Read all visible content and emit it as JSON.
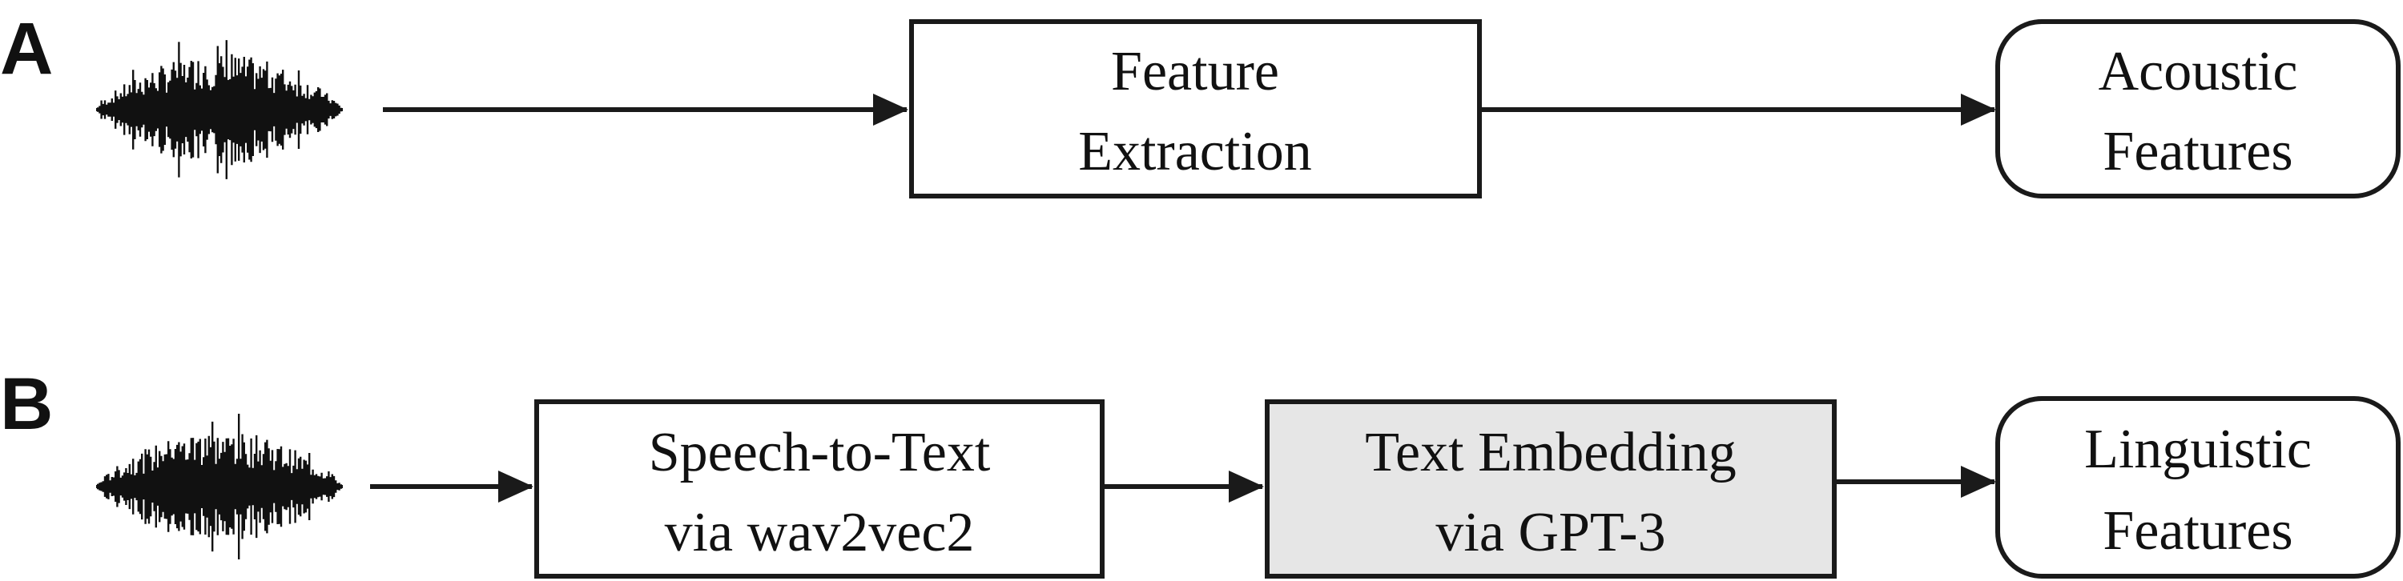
{
  "panels": {
    "a": {
      "label": "A",
      "feature_extraction": {
        "line1": "Feature",
        "line2": "Extraction"
      },
      "acoustic_features": {
        "line1": "Acoustic",
        "line2": "Features"
      }
    },
    "b": {
      "label": "B",
      "speech_to_text": {
        "line1": "Speech-to-Text",
        "line2": "via wav2vec2"
      },
      "text_embedding": {
        "line1": "Text Embedding",
        "line2": "via GPT-3"
      },
      "linguistic_features": {
        "line1": "Linguistic",
        "line2": "Features"
      }
    }
  },
  "colors": {
    "stroke": "#1a1a1a",
    "text": "#111111",
    "box_fill": "#ffffff",
    "highlight_box_fill": "#e6e6e6"
  },
  "icons": {
    "audio": "audio-waveform-icon",
    "arrow": "arrow-right-icon"
  }
}
